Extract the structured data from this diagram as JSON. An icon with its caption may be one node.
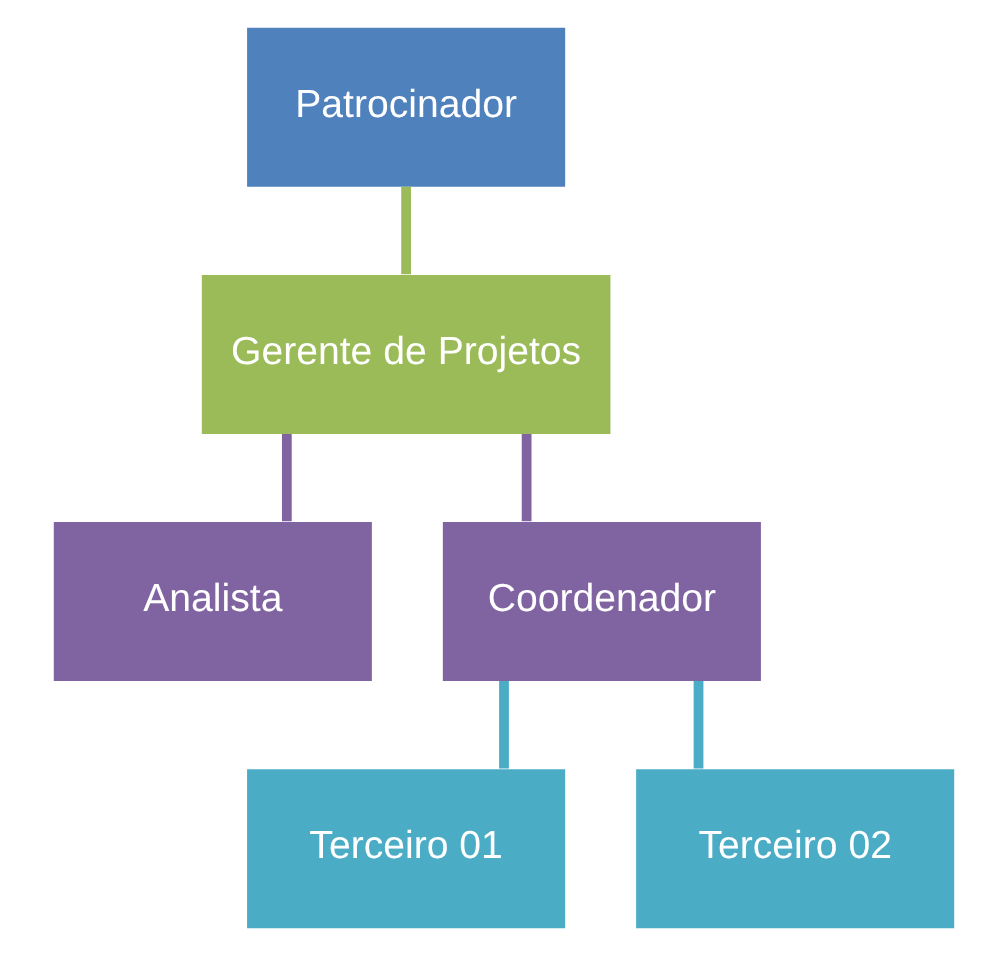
{
  "diagram": {
    "nodes": [
      {
        "text": [
          "Patrocinador"
        ]
      },
      {
        "text": [
          "Gerente de Projetos"
        ]
      },
      {
        "text": [
          "Analista"
        ]
      },
      {
        "text": [
          "Coordenador"
        ]
      },
      {
        "text": [
          "Terceiro 01"
        ]
      },
      {
        "text": [
          "Terceiro 02"
        ]
      }
    ],
    "edges": [
      {
        "from": 0,
        "to": 1,
        "arrow": "none",
        "color": "#9bbb59"
      },
      {
        "from": 1,
        "to": 2,
        "arrow": "none",
        "color": "#8064a2"
      },
      {
        "from": 1,
        "to": 3,
        "arrow": "none",
        "color": "#8064a2"
      },
      {
        "from": 3,
        "to": 4,
        "arrow": "none",
        "color": "#4bacc6"
      },
      {
        "from": 3,
        "to": 5,
        "arrow": "none",
        "color": "#4bacc6"
      }
    ]
  }
}
